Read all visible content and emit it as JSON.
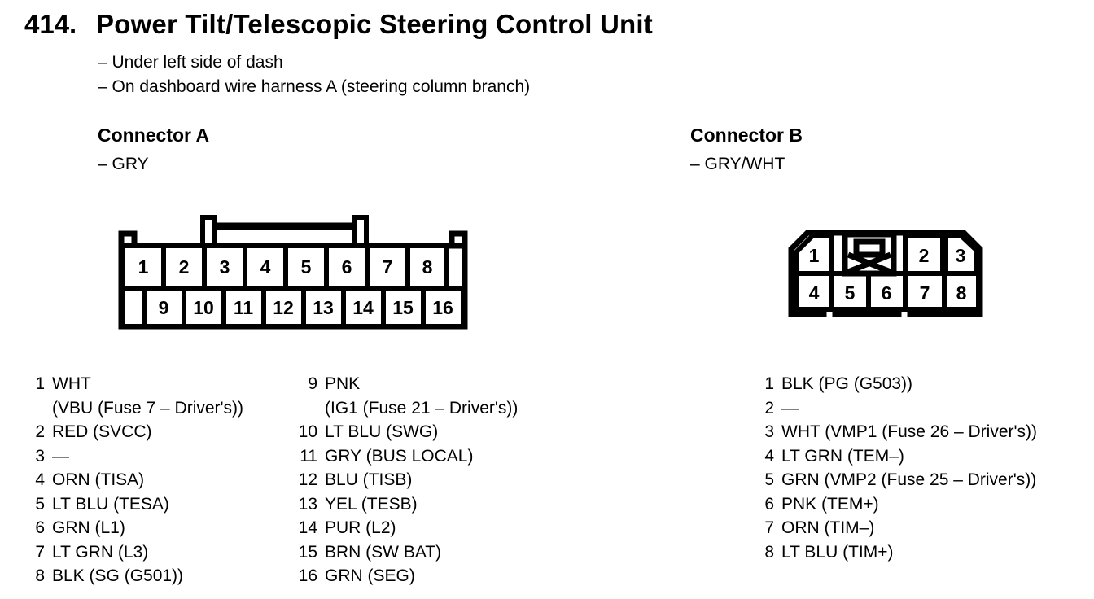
{
  "page": {
    "item_number": "414.",
    "title": "Power Tilt/Telescopic Steering Control Unit",
    "location_notes": "– Under left side of dash\n– On dashboard wire harness A (steering column branch)"
  },
  "colors": {
    "ink": "#000000",
    "paper": "#ffffff"
  },
  "connector_a": {
    "heading": "Connector A",
    "wire_color": "– GRY",
    "pin_numbers_top": [
      "1",
      "2",
      "3",
      "4",
      "5",
      "6",
      "7",
      "8"
    ],
    "pin_numbers_bottom": [
      "9",
      "10",
      "11",
      "12",
      "13",
      "14",
      "15",
      "16"
    ],
    "pin_list_left": [
      {
        "n": "1",
        "desc": "WHT\n(VBU (Fuse 7 – Driver's))"
      },
      {
        "n": "2",
        "desc": "RED (SVCC)"
      },
      {
        "n": "3",
        "desc": "—"
      },
      {
        "n": "4",
        "desc": "ORN (TISA)"
      },
      {
        "n": "5",
        "desc": "LT BLU (TESA)"
      },
      {
        "n": "6",
        "desc": "GRN (L1)"
      },
      {
        "n": "7",
        "desc": "LT GRN (L3)"
      },
      {
        "n": "8",
        "desc": "BLK (SG (G501))"
      }
    ],
    "pin_list_right": [
      {
        "n": "9",
        "desc": "PNK\n(IG1 (Fuse 21 – Driver's))"
      },
      {
        "n": "10",
        "desc": "LT BLU (SWG)"
      },
      {
        "n": "11",
        "desc": "GRY (BUS LOCAL)"
      },
      {
        "n": "12",
        "desc": "BLU (TISB)"
      },
      {
        "n": "13",
        "desc": "YEL (TESB)"
      },
      {
        "n": "14",
        "desc": "PUR (L2)"
      },
      {
        "n": "15",
        "desc": "BRN (SW BAT)"
      },
      {
        "n": "16",
        "desc": "GRN (SEG)"
      }
    ]
  },
  "connector_b": {
    "heading": "Connector B",
    "wire_color": "– GRY/WHT",
    "pin_numbers_top": [
      "1",
      "2",
      "3"
    ],
    "pin_numbers_bottom": [
      "4",
      "5",
      "6",
      "7",
      "8"
    ],
    "pin_list": [
      {
        "n": "1",
        "desc": "BLK (PG (G503))"
      },
      {
        "n": "2",
        "desc": "—"
      },
      {
        "n": "3",
        "desc": "WHT (VMP1 (Fuse 26 – Driver's))"
      },
      {
        "n": "4",
        "desc": "LT GRN (TEM–)"
      },
      {
        "n": "5",
        "desc": "GRN (VMP2 (Fuse 25 – Driver's))"
      },
      {
        "n": "6",
        "desc": "PNK (TEM+)"
      },
      {
        "n": "7",
        "desc": "ORN (TIM–)"
      },
      {
        "n": "8",
        "desc": "LT BLU (TIM+)"
      }
    ]
  }
}
